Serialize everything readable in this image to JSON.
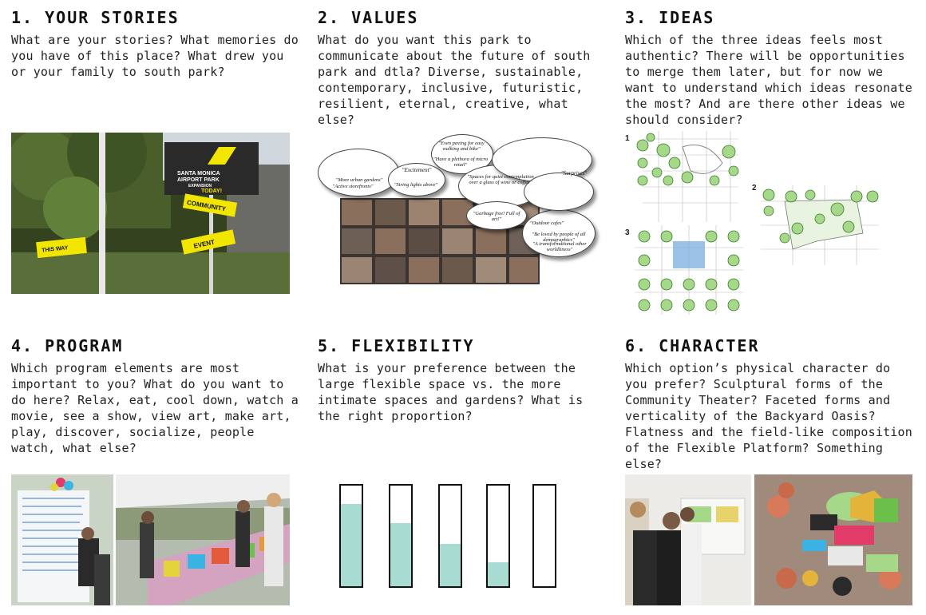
{
  "sections": {
    "stories": {
      "title": "1. YOUR STORIES",
      "text": "What are your stories? What memories do you have of this place? What drew you or your family to south park?"
    },
    "values": {
      "title": "2. VALUES",
      "text": "What do you want this park to communicate about the future of south park and dtla? Diverse, sustainable, contemporary, inclusive, futuristic, resilient, eternal, creative, what else?"
    },
    "ideas": {
      "title": "3. IDEAS",
      "text": "Which of the three ideas feels most authentic? There will be opportunities to merge them later, but for now we want to understand which ideas resonate the most? And are there other ideas we should consider?"
    },
    "program": {
      "title": "4. PROGRAM",
      "text": "Which program elements are most important to you? What do you want to do here? Relax, eat, cool down, watch a movie, see a show, view art, make art, play, discover, socialize, people watch, what else?"
    },
    "flexibility": {
      "title": "5. FLEXIBILITY",
      "text": "What is your preference between the large flexible space vs. the more intimate spaces and gardens? What is the right proportion?"
    },
    "character": {
      "title": "6. CHARACTER",
      "text": "Which option’s physical character do you prefer? Sculptural forms of the Community Theater? Faceted forms and verticality of the Backyard Oasis? Flatness and the field-like composition of the Flexible Platform? Something else?"
    }
  },
  "sign": {
    "line1": "SANTA MONICA",
    "line2": "AIRPORT PARK",
    "line3": "EXPANSION",
    "today": "TODAY!",
    "arrow1": "COMMUNITY",
    "arrow2": "EVENT",
    "arrow3": "THIS WAY"
  },
  "bubbles": [
    "\"Excitement\"",
    "\"Have a plethora of micro retail\"",
    "\"Spaces for quiet contemplation over a glass of wine or coffee\"",
    "\"Surprises\"",
    "\"Garbage free! Full of art!\"",
    "\"More urban gardens\"",
    "\"Active storefronts\"",
    "\"Even paving for easy walking and bike\"",
    "\"String lights above\"",
    "\"A transformational other worldliness\"",
    "\"Be loved by people of all demographics\"",
    "\"Outdoor cafes\""
  ],
  "ideas_labels": [
    "1",
    "2",
    "3"
  ],
  "flex_bars": {
    "fills": [
      0.82,
      0.63,
      0.42,
      0.24,
      0
    ],
    "color": "#a8dbd1"
  },
  "colors": {
    "accent_yellow": "#f2e600",
    "plan_green": "#a6d88a",
    "plan_blue": "#7fb3e0"
  }
}
